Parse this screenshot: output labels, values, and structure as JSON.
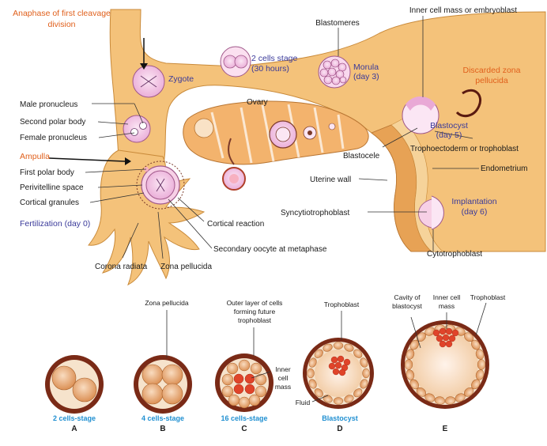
{
  "diagram": {
    "top": {
      "anaphase_label": "Anaphase of first cleavage division",
      "anaphase_line1": "Anaphase of first cleavage",
      "anaphase_line2": "division",
      "zygote": "Zygote",
      "two_cells_line1": "2 cells stage",
      "two_cells_line2": "(30 hours)",
      "blastomeres": "Blastomeres",
      "morula_line1": "Morula",
      "morula_line2": "(day 3)",
      "inner_cell_mass": "Inner cell mass or embryoblast",
      "discarded_line1": "Discarded zona",
      "discarded_line2": "pellucida",
      "male_pronucleus": "Male pronucleus",
      "second_polar_body": "Second polar body",
      "female_pronucleus": "Female pronucleus",
      "ampulla": "Ampulla",
      "first_polar_body": "First polar body",
      "perivitelline_space": "Perivitelline space",
      "cortical_granules": "Cortical granules",
      "fertilization": "Fertilization (day 0)",
      "ovary": "Ovary",
      "blastocyst_line1": "Blastocyst",
      "blastocyst_line2": "(day 5)",
      "trophoectoderm": "Trophoectoderm or trophoblast",
      "blastocele": "Blastocele",
      "endometrium": "Endometrium",
      "uterine_wall": "Uterine wall",
      "implantation_line1": "Implantation",
      "implantation_line2": "(day 6)",
      "syncytiotrophoblast": "Syncytiotrophoblast",
      "cortical_reaction": "Cortical reaction",
      "secondary_oocyte": "Secondary oocyte at metaphase",
      "cytotrophoblast": "Cytotrophoblast",
      "corona_radiata": "Corona radiata",
      "zona_pellucida": "Zona pellucida"
    },
    "bottom": {
      "zona_pellucida": "Zona pellucida",
      "outer_layer_line1": "Outer layer of cells",
      "outer_layer_line2": "forming future",
      "outer_layer_line3": "trophoblast",
      "trophoblast": "Trophoblast",
      "cavity_line1": "Cavity of",
      "cavity_line2": "blastocyst",
      "inner_cell_line1": "Inner cell",
      "inner_cell_line2": "mass",
      "trophoblast_e": "Trophoblast",
      "inner_mass_c_line1": "Inner",
      "inner_mass_c_line2": "cell",
      "inner_mass_c_line3": "mass",
      "fluid": "Fluid",
      "stages": [
        {
          "caption": "2 cells-stage",
          "letter": "A"
        },
        {
          "caption": "4 cells-stage",
          "letter": "B"
        },
        {
          "caption": "16 cells-stage",
          "letter": "C"
        },
        {
          "caption": "Blastocyst",
          "letter": "D"
        },
        {
          "caption": "",
          "letter": "E"
        }
      ]
    },
    "colors": {
      "tube": "#f4c27a",
      "tube_edge": "#c98a3a",
      "ovary": "#f3b36d",
      "ring": "#7a2a16",
      "cell_pink": "#f3c7e6",
      "cell_orange": "#e9ad75",
      "inner_mass": "#e0442a",
      "orange_text": "#e0601c",
      "blue_text": "#3a3a9a",
      "caption_blue": "#1f8fd1"
    }
  }
}
